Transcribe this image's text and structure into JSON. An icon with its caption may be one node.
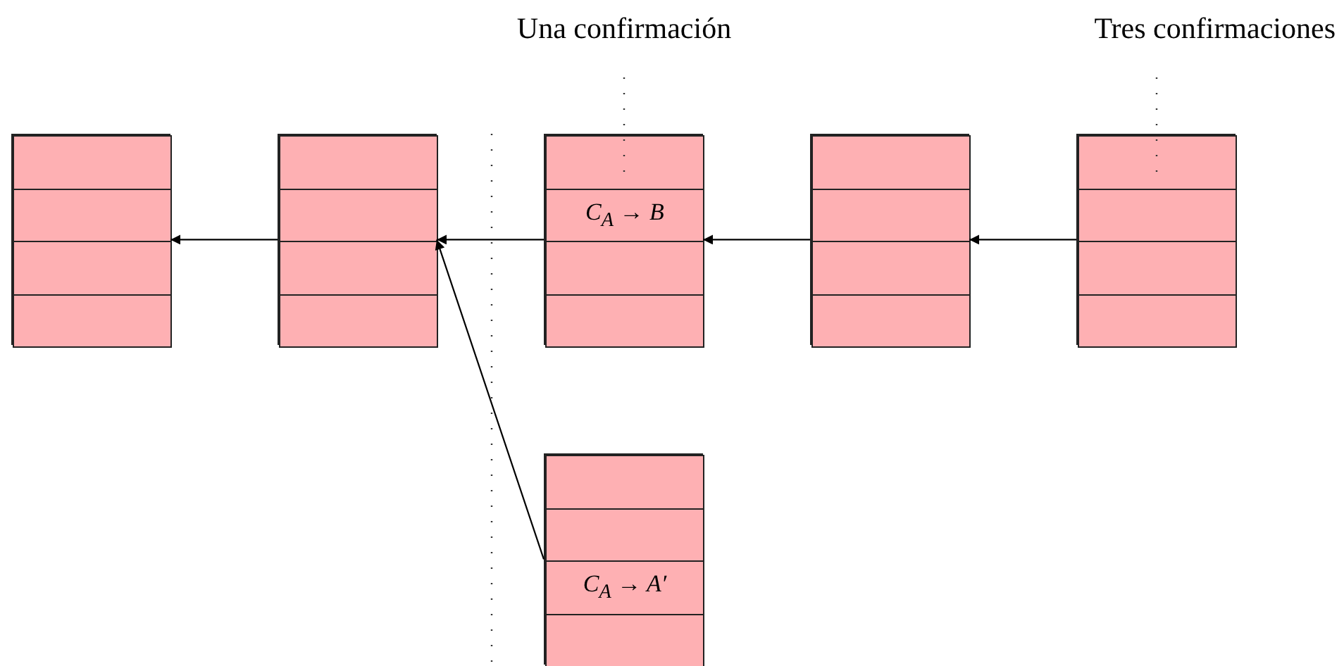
{
  "diagram": {
    "nodes": [
      {
        "text": [],
        "shape": "box"
      },
      {
        "text": [],
        "shape": "box",
        "in": 0
      },
      {
        "text": [],
        "shape": "box",
        "in": 0
      },
      {
        "text": [],
        "shape": "box",
        "in": 0
      },
      {
        "text": [],
        "shape": "box",
        "in": 0
      },
      {
        "text": [],
        "shape": "box"
      },
      {
        "text": [],
        "shape": "box",
        "in": 5
      },
      {
        "text": [],
        "shape": "box",
        "in": 5
      },
      {
        "text": [],
        "shape": "box",
        "in": 5
      },
      {
        "text": [],
        "shape": "box",
        "in": 5
      },
      {
        "text": [],
        "shape": "box"
      },
      {
        "text": [],
        "shape": "box",
        "in": 10
      },
      {
        "text": [
          "C$_{A}$ → B"
        ],
        "in": 10
      },
      {
        "text": [],
        "shape": "box",
        "in": 10
      },
      {
        "text": [],
        "shape": "box",
        "in": 10
      },
      {
        "text": [],
        "shape": "box"
      },
      {
        "text": [],
        "shape": "box",
        "in": 15
      },
      {
        "text": [],
        "shape": "box",
        "in": 15
      },
      {
        "text": [],
        "shape": "box",
        "in": 15
      },
      {
        "text": [],
        "shape": "box",
        "in": 15
      },
      {
        "text": [],
        "shape": "box"
      },
      {
        "text": [],
        "shape": "box",
        "in": 20
      },
      {
        "text": [],
        "shape": "box",
        "in": 20
      },
      {
        "text": [],
        "shape": "box",
        "in": 20
      },
      {
        "text": [],
        "shape": "box",
        "in": 20
      },
      {
        "text": [],
        "shape": "box"
      },
      {
        "text": [],
        "shape": "box",
        "in": 25
      },
      {
        "text": [],
        "shape": "box",
        "in": 25
      },
      {
        "text": [
          "C$_{A}$ → A′"
        ],
        "in": 25
      },
      {
        "text": [],
        "shape": "box",
        "in": 25
      }
    ],
    "edges": [
      {
        "from": 5,
        "to": 0,
        "arrow": "to"
      },
      {
        "from": 10,
        "to": 5,
        "arrow": "to"
      },
      {
        "from": 15,
        "to": 10,
        "arrow": "to"
      },
      {
        "from": 20,
        "to": 15,
        "arrow": "to"
      },
      {
        "from": 25,
        "to": 5,
        "arrow": "to"
      }
    ],
    "labels": [
      "Una confirmación",
      "Tres confirmaciones"
    ]
  }
}
